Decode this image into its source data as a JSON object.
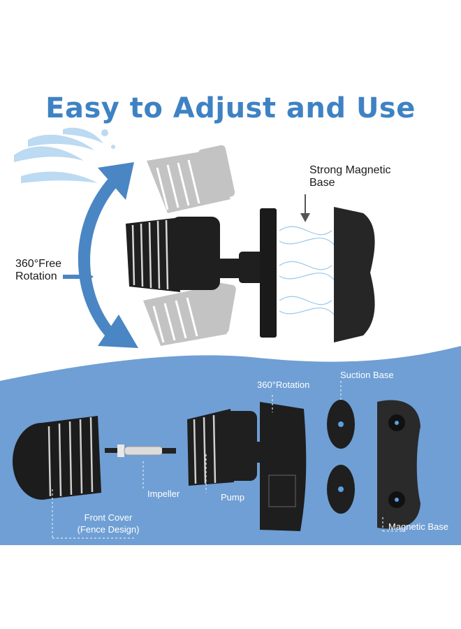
{
  "title": "Easy to Adjust and Use",
  "labels": {
    "strong_magnetic_line1": "Strong Magnetic",
    "strong_magnetic_line2": "Base",
    "free_rotation_line1": "360°Free",
    "free_rotation_line2": "Rotation",
    "rotation_360": "360°Rotation",
    "suction_base": "Suction Base",
    "impeller": "Impeller",
    "pump": "Pump",
    "front_cover_line1": "Front Cover",
    "front_cover_line2": "(Fence Design)",
    "magnetic_base": "Magnetic Base"
  },
  "colors": {
    "title": "#3f82c4",
    "arrow": "#4a86c4",
    "band": "#6f9fd4",
    "device": "#1f1f1f"
  }
}
